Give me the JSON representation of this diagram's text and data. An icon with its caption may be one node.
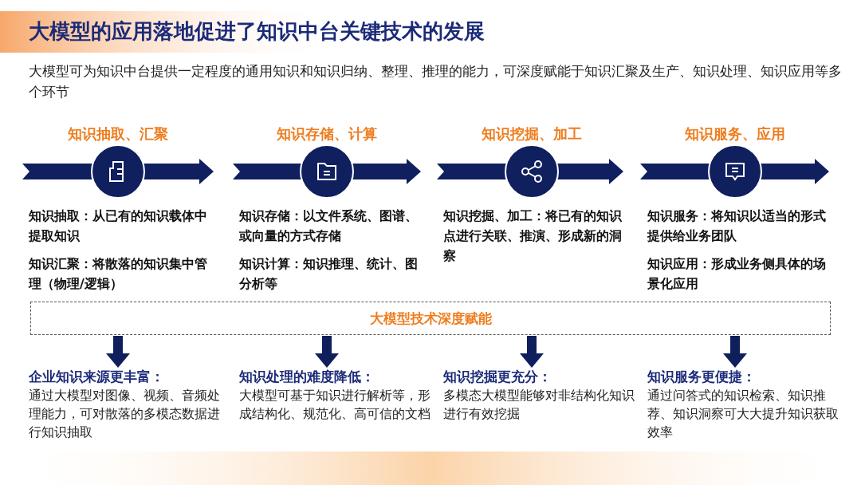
{
  "diagram": {
    "title": "大模型的应用落地促进了知识中台关键技术的发展",
    "nodes": [
      {
        "text": [
          "大模型技术深度赋能"
        ]
      },
      {
        "text": [
          "企业知识来源更丰富：",
          "通过大模型对图像、视频、音频处理能力，可对散落的多模态数据进行知识抽取"
        ]
      },
      {
        "text": [
          "知识处理的难度降低：",
          "大模型可基于知识进行解析等，形成结构化、规范化、高可信的文档"
        ]
      },
      {
        "text": [
          "知识挖掘更充分：",
          "多模态大模型能够对非结构化知识进行有效挖掘"
        ]
      },
      {
        "text": [
          "知识服务更便捷：",
          "通过问答式的知识检索、知识推荐、知识洞察可大大提升知识获取效率"
        ]
      }
    ],
    "edges": [
      {
        "from": 0,
        "to": 1,
        "arrow": "to"
      },
      {
        "from": 0,
        "to": 2,
        "arrow": "to"
      },
      {
        "from": 0,
        "to": 3,
        "arrow": "to"
      },
      {
        "from": 0,
        "to": 4,
        "arrow": "to"
      }
    ],
    "labels": [
      "大模型可为知识中台提供一定程度的通用知识和知识归纳、整理、推理的能力，可深度赋能于知识汇聚及生产、知识处理、知识应用等多个环节",
      "知识抽取、汇聚",
      "知识存储、计算",
      "知识挖掘、加工",
      "知识服务、应用",
      "**知识抽取：**从已有的知识载体中提取知识",
      "**知识存储：**以文件系统、图谱、或向量的方式存储",
      "**知识挖掘、加工：**将已有的知识点进行关联、推演、形成新的洞察",
      "**知识服务：**将知识以适当的形式提供给业务团队",
      "**知识汇聚：**将散落的知识集中管理（物理/逻辑）",
      "**知识计算：**知识推理、统计、图分析等",
      "**知识应用：**形成业务侧具体的场景化应用"
    ]
  }
}
